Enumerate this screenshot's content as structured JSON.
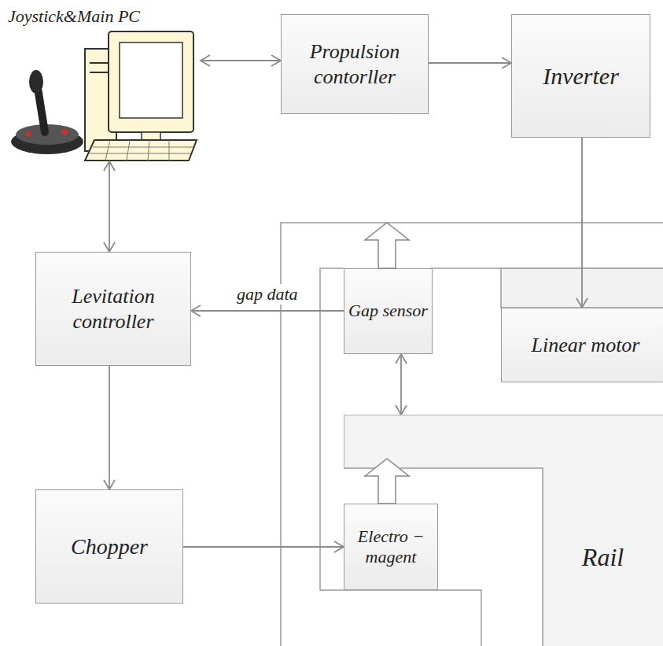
{
  "diagram": {
    "nodes": [
      {
        "text": [
          "Joystick&Main PC"
        ]
      },
      {
        "text": [
          "Propulsion contorller"
        ]
      },
      {
        "text": [
          "Inverter"
        ]
      },
      {
        "text": [
          "Levitation controller"
        ]
      },
      {
        "text": [
          "Gap sensor"
        ]
      },
      {
        "text": [
          "Linear motor"
        ]
      },
      {
        "text": [
          "Chopper"
        ]
      },
      {
        "text": [
          "Electro − magent"
        ]
      },
      {
        "text": [
          "Rail"
        ]
      }
    ],
    "edges": [
      {
        "from": 0,
        "to": 1,
        "arrow": "both"
      },
      {
        "from": 1,
        "to": 2,
        "arrow": "to"
      },
      {
        "from": 2,
        "to": 5,
        "arrow": "to"
      },
      {
        "from": 0,
        "to": 3,
        "arrow": "both"
      },
      {
        "from": 4,
        "to": 3,
        "label": "gap data",
        "arrow": "to"
      },
      {
        "from": 3,
        "to": 6,
        "arrow": "to"
      },
      {
        "from": 6,
        "to": 7,
        "arrow": "to"
      },
      {
        "from": 4,
        "to": 8,
        "arrow": "both"
      }
    ]
  }
}
